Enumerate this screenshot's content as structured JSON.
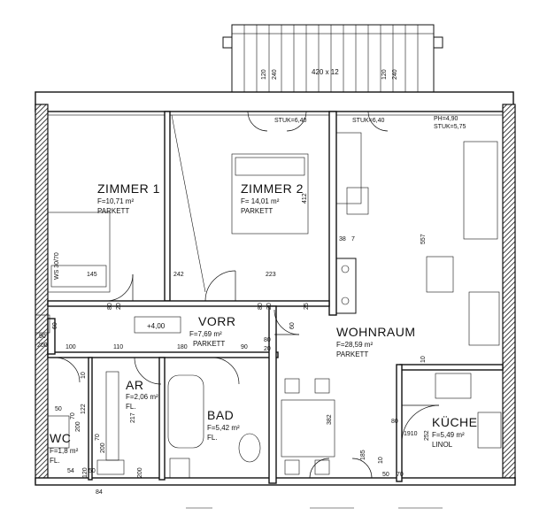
{
  "rooms": {
    "zimmer1": {
      "name": "ZIMMER 1",
      "area": "F=10,71 m²",
      "floor": "PARKETT"
    },
    "zimmer2": {
      "name": "ZIMMER 2",
      "area": "F= 14,01 m²",
      "floor": "PARKETT"
    },
    "vorr": {
      "name": "VORR",
      "area": "F=7,69 m²",
      "floor": "PARKETT"
    },
    "wohnraum": {
      "name": "WOHNRAUM",
      "area": "F=28,59 m²",
      "floor": "PARKETT"
    },
    "ar": {
      "name": "AR",
      "area": "F=2,06 m²",
      "floor": "FL."
    },
    "bad": {
      "name": "BAD",
      "area": "F=5,42 m²",
      "floor": "FL."
    },
    "wc": {
      "name": "WC",
      "area": "F=1,8 m²",
      "floor": "FL."
    },
    "kueche": {
      "name": "KÜCHE",
      "area": "F=5,49 m²",
      "floor": "LINOL"
    }
  },
  "annotations": {
    "balcony": "420 x 12",
    "level": "+4,00",
    "stuk_a": "STUK=6,40",
    "stuk_b": "STUK=6,40",
    "ph": "PH=4,90",
    "stuk_c": "STUK=5,75",
    "ws": "WS 30/70"
  },
  "dims": {
    "d120a": "120",
    "d240a": "240",
    "d120b": "120",
    "d240b": "240",
    "d145": "145",
    "d242": "242",
    "d223": "223",
    "d412": "412",
    "d557": "557",
    "d38": "38",
    "d7": "7",
    "d80a": "80",
    "d20a": "20",
    "d80b": "80",
    "d20b": "20",
    "d25": "25",
    "d60": "60",
    "d90": "90",
    "d200a": "200",
    "d100": "100",
    "d110": "110",
    "d180": "180",
    "d90b": "90",
    "d80c": "80",
    "d20c": "20",
    "d60b": "60",
    "d10a": "10",
    "d70a": "70",
    "d200b": "200",
    "d122": "122",
    "d217": "217",
    "d382": "382",
    "d10b": "10",
    "d50a": "50",
    "d70b": "70",
    "d200c": "200",
    "d54": "54",
    "d50b": "50",
    "d84": "84",
    "d120c": "120",
    "d200d": "200",
    "d80d": "80",
    "d1910": "1910",
    "d252": "252",
    "d185": "185",
    "d50c": "50",
    "d10c": "10",
    "d70c": "70"
  }
}
